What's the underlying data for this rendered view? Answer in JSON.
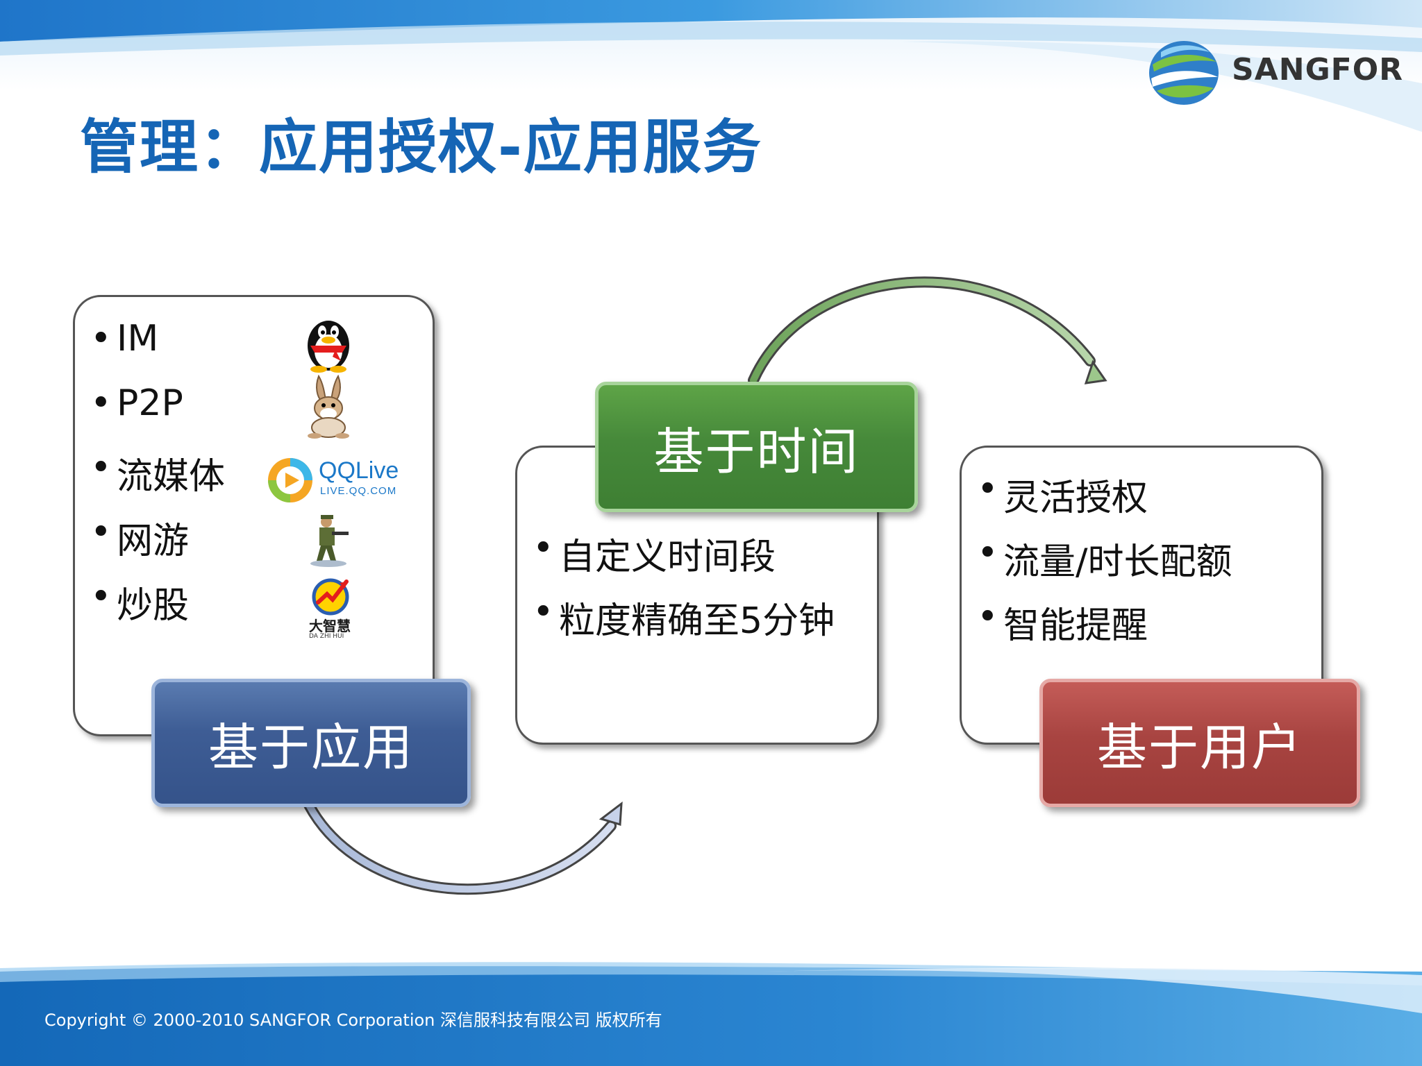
{
  "slide": {
    "title": "管理：应用授权-应用服务",
    "logo_text": "SANGFOR",
    "footer": "Copyright © 2000-2010 SANGFOR Corporation  深信服科技有限公司   版权所有"
  },
  "application_card": {
    "items": [
      "IM",
      "P2P",
      "流媒体",
      "网游",
      "炒股"
    ],
    "icons": [
      "qq-penguin-icon",
      "emule-rabbit-icon",
      "qqlive-icon",
      "game-soldier-icon",
      "dazhihui-icon"
    ],
    "qqlive_text": "QQLive",
    "qqlive_sub": "LIVE.QQ.COM",
    "dazhihui_text": "大智慧",
    "dazhihui_sub": "DA ZHI HUI",
    "label": "基于应用"
  },
  "time_card": {
    "items": [
      "自定义时间段",
      "粒度精确至5分钟"
    ],
    "label": "基于时间"
  },
  "user_card": {
    "items": [
      "灵活授权",
      "流量/时长配额",
      "智能提醒"
    ],
    "label": "基于用户"
  },
  "colors": {
    "title": "#1565b5",
    "blue_tag": "#3e5d95",
    "green_tag": "#46893a",
    "red_tag": "#a84441"
  }
}
